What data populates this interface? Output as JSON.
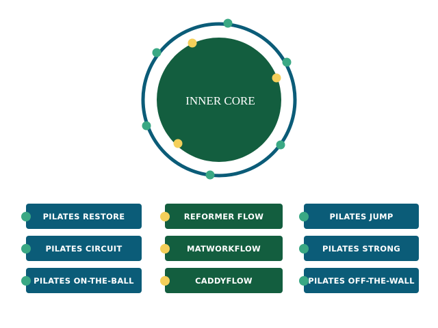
{
  "center": {
    "title": "INNER CORE"
  },
  "colors": {
    "teal_blue": "#0b5c78",
    "forest_green": "#135e3f",
    "mint_dot": "#3aa884",
    "yellow_dot": "#f4cf5a",
    "ring": "#0b5c78"
  },
  "columns": [
    {
      "color": "teal_blue",
      "dot": "mint_dot",
      "items": [
        "PILATES RESTORE",
        "PILATES CIRCUIT",
        "PILATES ON-THE-BALL"
      ]
    },
    {
      "color": "forest_green",
      "dot": "yellow_dot",
      "items": [
        "REFORMER FLOW",
        "MATWORKFLOW",
        "CADDYFLOW"
      ]
    },
    {
      "color": "teal_blue",
      "dot": "mint_dot",
      "items": [
        "PILATES JUMP",
        "PILATES STRONG",
        "PILATES OFF-THE-WALL"
      ]
    }
  ]
}
